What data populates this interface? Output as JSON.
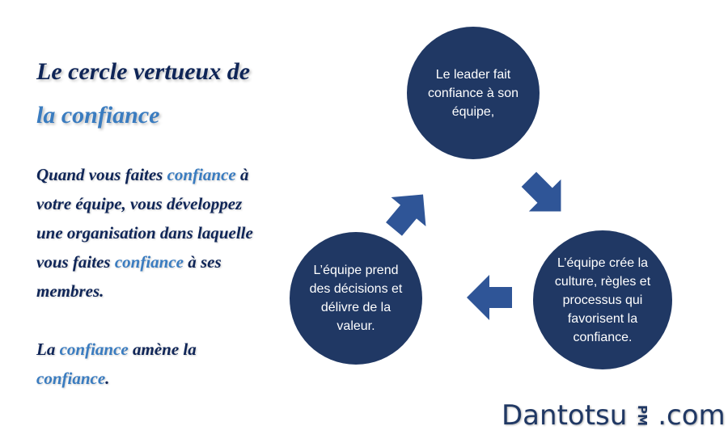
{
  "title": {
    "line1": "Le cercle vertueux de",
    "line2": "la confiance"
  },
  "body": {
    "p1": [
      {
        "t": "Quand vous faites "
      },
      {
        "t": "confiance",
        "hl": true
      },
      {
        "t": " à votre équipe, vous développez une organisation dans laquelle vous faites "
      },
      {
        "t": "confiance",
        "hl": true
      },
      {
        "t": " à ses membres."
      }
    ],
    "p2": [
      {
        "t": "La "
      },
      {
        "t": "confiance",
        "hl": true
      },
      {
        "t": " amène la "
      },
      {
        "t": "confiance",
        "hl": true
      },
      {
        "t": "."
      }
    ]
  },
  "cycle": {
    "top": "Le leader fait confiance à son équipe,",
    "right": "L’équipe crée la culture, règles et processus qui favorisent la confiance.",
    "left": "L’équipe prend des décisions et délivre de la valeur."
  },
  "logo": {
    "name": "Dantotsu",
    "pm": "PM",
    "suffix": ".com"
  },
  "colors": {
    "circle": "#203864",
    "arrow": "#2f5597",
    "highlight": "#3a7cc0",
    "text": "#0f2557"
  }
}
